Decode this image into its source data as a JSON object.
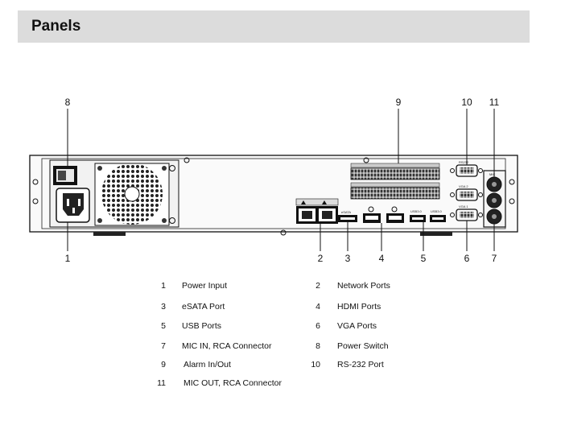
{
  "header": {
    "title": "Panels"
  },
  "callouts": {
    "c1": "1",
    "c2": "2",
    "c3": "3",
    "c4": "4",
    "c5": "5",
    "c6": "6",
    "c7": "7",
    "c8": "8",
    "c9": "9",
    "c10": "10",
    "c11": "11"
  },
  "panel_labels": {
    "esata": "eSATA",
    "usb_a": "USB3.0",
    "usb_b": "USB3.0",
    "rs232": "RS232",
    "vga2": "VGA 2",
    "vga1": "VGA 1",
    "mic": "MIC"
  },
  "legend": [
    {
      "num": "1",
      "label": "Power Input"
    },
    {
      "num": "2",
      "label": "Network Ports"
    },
    {
      "num": "3",
      "label": "eSATA Port"
    },
    {
      "num": "4",
      "label": "HDMI Ports"
    },
    {
      "num": "5",
      "label": "USB Ports"
    },
    {
      "num": "6",
      "label": "VGA Ports"
    },
    {
      "num": "7",
      "label": "MIC IN, RCA Connector"
    },
    {
      "num": "8",
      "label": "Power Switch"
    },
    {
      "num": "9",
      "label": "Alarm In/Out"
    },
    {
      "num": "10",
      "label": "RS-232 Port"
    },
    {
      "num": "11",
      "label": "MIC OUT, RCA Connector"
    }
  ]
}
